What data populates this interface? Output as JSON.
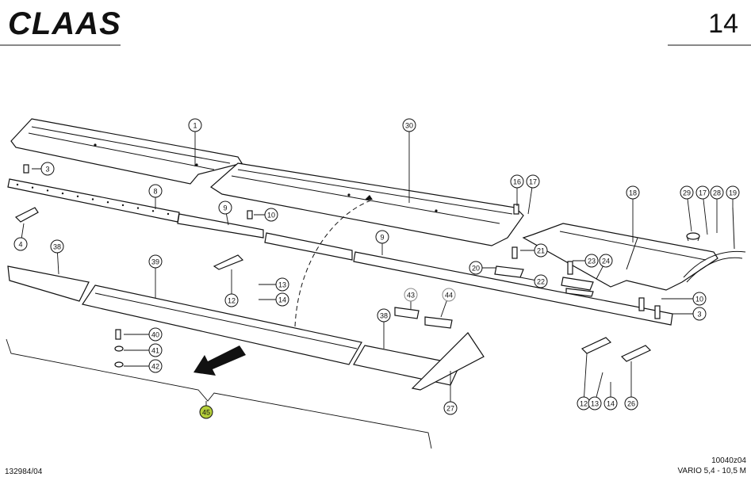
{
  "header": {
    "brand": "CLAAS",
    "page_number": "14"
  },
  "footer": {
    "left_code": "132984/04",
    "figure_code": "10040z04",
    "model": "VARIO 5,4 - 10,5 M"
  },
  "colors": {
    "highlight": "#b5cf3a",
    "ink": "#111111"
  },
  "callouts": [
    {
      "id": "c1",
      "label": "1"
    },
    {
      "id": "c3a",
      "label": "3"
    },
    {
      "id": "c4",
      "label": "4"
    },
    {
      "id": "c8",
      "label": "8"
    },
    {
      "id": "c9a",
      "label": "9"
    },
    {
      "id": "c10a",
      "label": "10"
    },
    {
      "id": "c30",
      "label": "30"
    },
    {
      "id": "c16",
      "label": "16"
    },
    {
      "id": "c17a",
      "label": "17"
    },
    {
      "id": "c18",
      "label": "18"
    },
    {
      "id": "c29",
      "label": "29"
    },
    {
      "id": "c17b",
      "label": "17"
    },
    {
      "id": "c28",
      "label": "28"
    },
    {
      "id": "c19",
      "label": "19"
    },
    {
      "id": "c38a",
      "label": "38"
    },
    {
      "id": "c39",
      "label": "39"
    },
    {
      "id": "c12a",
      "label": "12"
    },
    {
      "id": "c13a",
      "label": "13"
    },
    {
      "id": "c14a",
      "label": "14"
    },
    {
      "id": "c9b",
      "label": "9"
    },
    {
      "id": "c21",
      "label": "21"
    },
    {
      "id": "c20",
      "label": "20"
    },
    {
      "id": "c23",
      "label": "23"
    },
    {
      "id": "c24",
      "label": "24"
    },
    {
      "id": "c22",
      "label": "22"
    },
    {
      "id": "c43",
      "label": "43"
    },
    {
      "id": "c44",
      "label": "44"
    },
    {
      "id": "c10b",
      "label": "10"
    },
    {
      "id": "c3b",
      "label": "3"
    },
    {
      "id": "c40",
      "label": "40"
    },
    {
      "id": "c41",
      "label": "41"
    },
    {
      "id": "c42",
      "label": "42"
    },
    {
      "id": "c38b",
      "label": "38"
    },
    {
      "id": "c27",
      "label": "27"
    },
    {
      "id": "c12b",
      "label": "12"
    },
    {
      "id": "c13b",
      "label": "13"
    },
    {
      "id": "c14b",
      "label": "14"
    },
    {
      "id": "c26",
      "label": "26"
    },
    {
      "id": "c45",
      "label": "45"
    }
  ]
}
